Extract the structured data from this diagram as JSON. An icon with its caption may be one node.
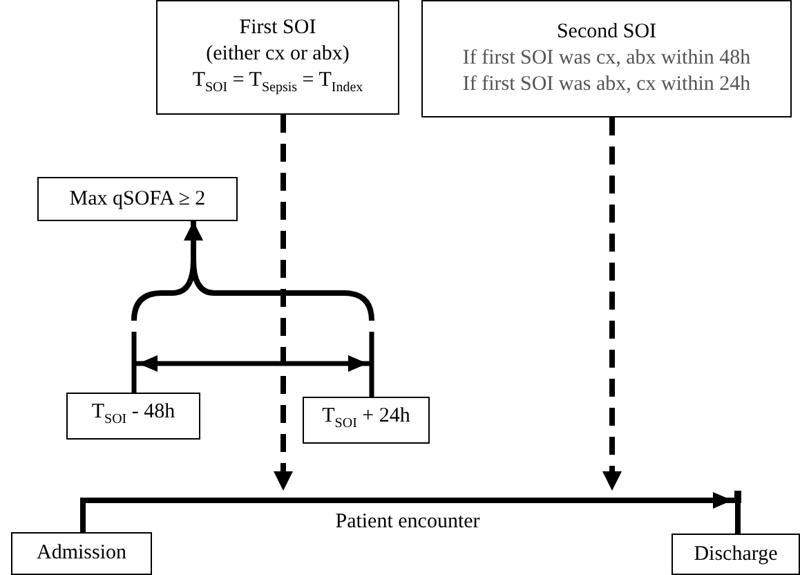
{
  "diagram": {
    "nodes": [
      {
        "text": [
          "First SOI",
          "(either cx or abx)",
          "T$_{SOI}$ = T$_{Sepsis}$ = T$_{Index}$"
        ]
      },
      {
        "text": [
          "Second SOI",
          "If first SOI was cx, abx within 48h",
          "If first SOI was abx, cx within 24h"
        ]
      },
      {
        "text": [
          "Max qSOFA ≥ 2"
        ]
      },
      {
        "text": [
          "T$_{SOI}$ - 48h"
        ]
      },
      {
        "text": [
          "T$_{SOI}$ + 24h"
        ]
      },
      {
        "text": [
          "Admission"
        ]
      },
      {
        "text": [
          "Discharge"
        ]
      },
      {
        "text": [],
        "shape": "brace"
      }
    ],
    "edges": [
      {
        "from": 5,
        "to": 6,
        "arrow": "to",
        "label": "Patient encounter"
      },
      {
        "from": 0,
        "to": null,
        "arrow": "to",
        "style": "dashed"
      },
      {
        "from": 1,
        "to": null,
        "arrow": "to",
        "style": "dashed"
      },
      {
        "from": 7,
        "to": 2,
        "arrow": "to"
      },
      {
        "from": 3,
        "to": 4,
        "arrow": "both"
      }
    ]
  }
}
